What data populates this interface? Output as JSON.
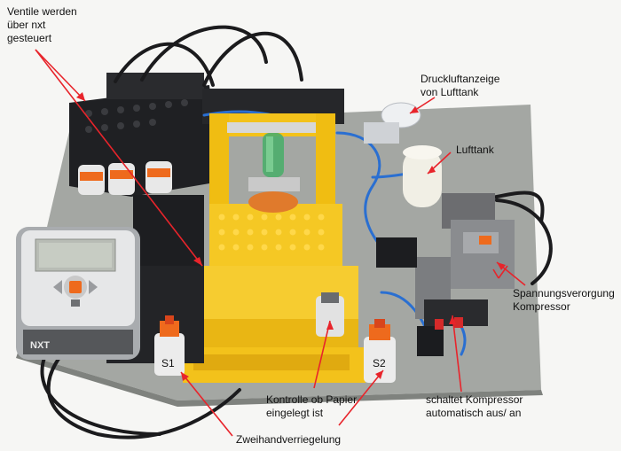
{
  "annotations": {
    "ventile": "Ventile werden\nüber nxt\ngesteuert",
    "druckluftanzeige": "Druckluftanzeige\nvon Lufttank",
    "lufttank": "Lufttank",
    "spannungsversorgung": "Spannungsverorgung\nKompressor",
    "kontrolle": "Kontrolle ob Papier\neingelegt ist",
    "schaltet": "schaltet Kompressor\nautomatisch aus/ an",
    "zweihand": "Zweihandverriegelung"
  },
  "sensors": {
    "s1": "S1",
    "s2": "S2"
  },
  "brick": {
    "brand": "NXT"
  },
  "colors": {
    "arrow": "#e8242b",
    "lego_yellow": "#f3c21b",
    "baseplate_gray": "#a3a6a2",
    "brick_black": "#1e1f22"
  }
}
